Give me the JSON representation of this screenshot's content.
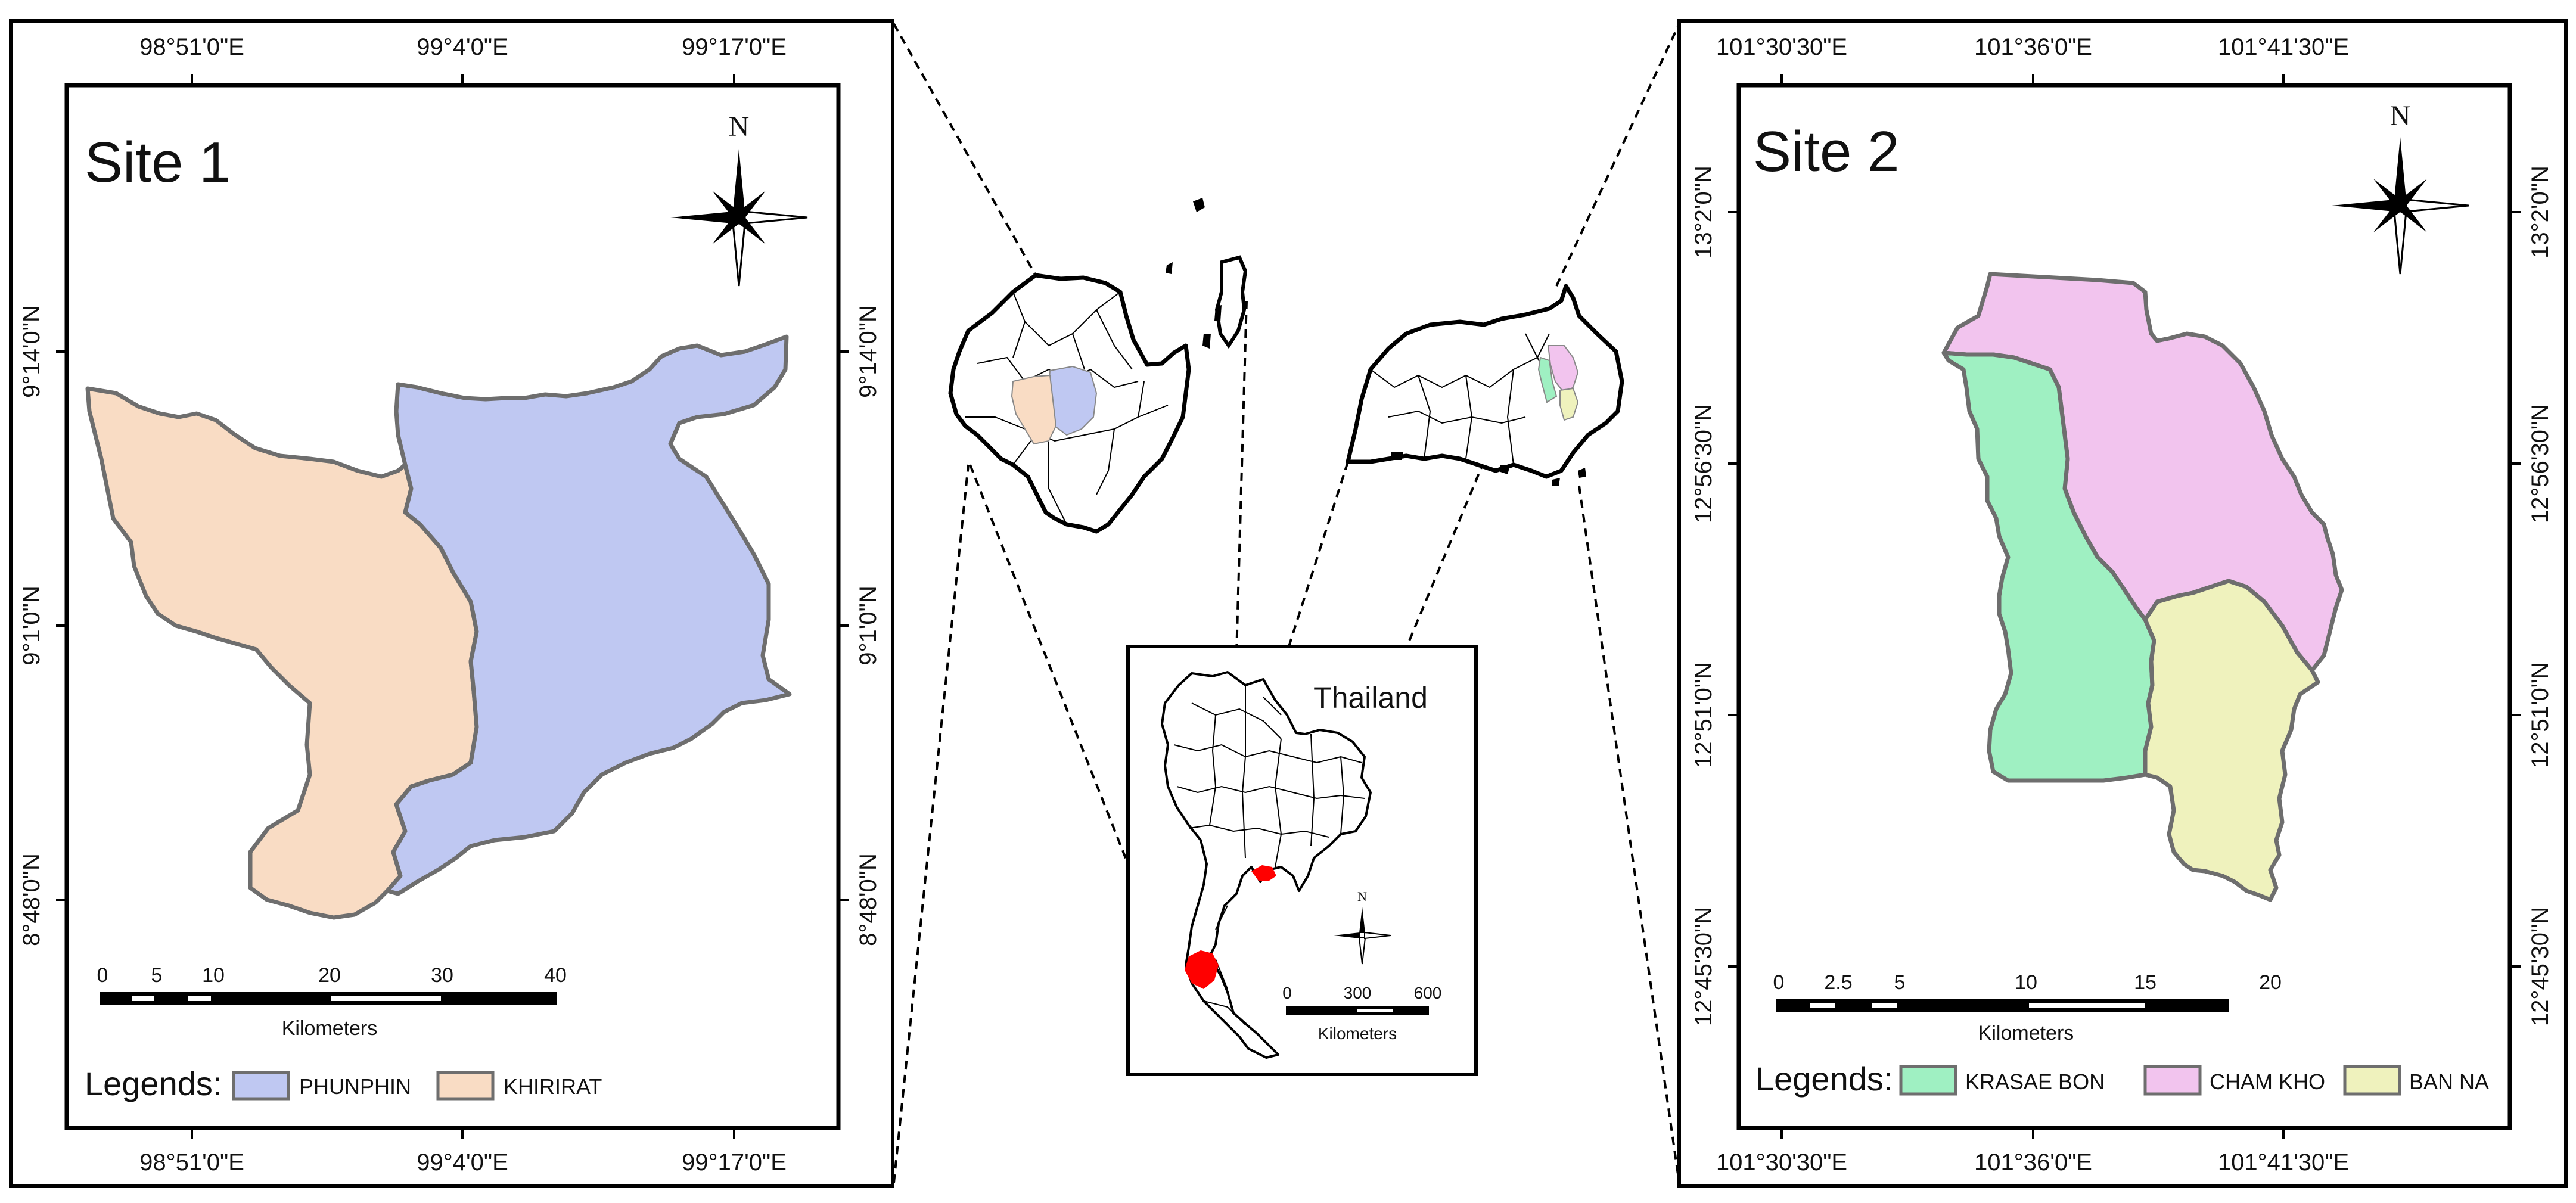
{
  "site1": {
    "title": "Site 1",
    "top_ticks": [
      "98°51'0\"E",
      "99°4'0\"E",
      "99°17'0\"E"
    ],
    "bottom_ticks": [
      "98°51'0\"E",
      "99°4'0\"E",
      "99°17'0\"E"
    ],
    "left_ticks": [
      "9°14'0\"N",
      "9°1'0\"N",
      "8°48'0\"N"
    ],
    "right_ticks": [
      "9°14'0\"N",
      "9°1'0\"N",
      "8°48'0\"N"
    ],
    "north_label": "N",
    "scale": {
      "labels": [
        "0",
        "5",
        "10",
        "20",
        "30",
        "40"
      ],
      "unit": "Kilometers"
    },
    "legend": {
      "title": "Legends:",
      "items": [
        {
          "label": "PHUNPHIN",
          "color": "#bfc8f2"
        },
        {
          "label": "KHIRIRAT",
          "color": "#f9dcc4"
        }
      ]
    }
  },
  "site2": {
    "title": "Site 2",
    "top_ticks": [
      "101°30'30\"E",
      "101°36'0\"E",
      "101°41'30\"E"
    ],
    "bottom_ticks": [
      "101°30'30\"E",
      "101°36'0\"E",
      "101°41'30\"E"
    ],
    "left_ticks": [
      "13°2'0\"N",
      "12°56'30\"N",
      "12°51'0\"N",
      "12°45'30\"N"
    ],
    "right_ticks": [
      "13°2'0\"N",
      "12°56'30\"N",
      "12°51'0\"N",
      "12°45'30\"N"
    ],
    "north_label": "N",
    "scale": {
      "labels": [
        "0",
        "2.5",
        "5",
        "10",
        "15",
        "20"
      ],
      "unit": "Kilometers"
    },
    "legend": {
      "title": "Legends:",
      "items": [
        {
          "label": "KRASAE BON",
          "color": "#9ff0c2"
        },
        {
          "label": "CHAM KHO",
          "color": "#f2c4ee"
        },
        {
          "label": "BAN NA",
          "color": "#eff2bd"
        }
      ]
    }
  },
  "inset": {
    "title": "Thailand",
    "north_label": "N",
    "scale": {
      "labels": [
        "0",
        "300",
        "600"
      ],
      "unit": "Kilometers"
    },
    "highlight_color": "#ff0000"
  }
}
